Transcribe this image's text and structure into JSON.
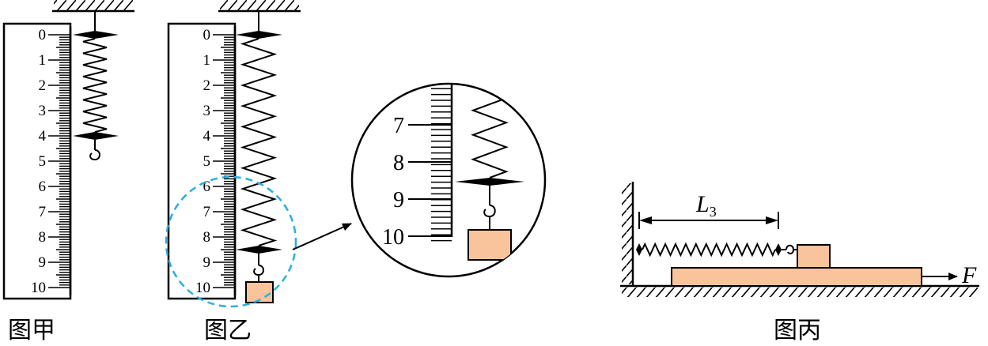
{
  "ruler": {
    "labels": [
      "0",
      "1",
      "2",
      "3",
      "4",
      "5",
      "6",
      "7",
      "8",
      "9",
      "10"
    ]
  },
  "zoom": {
    "labels": [
      "7",
      "8",
      "9",
      "10"
    ]
  },
  "captions": {
    "jia": "图甲",
    "yi": "图乙",
    "bing": "图丙"
  },
  "fig_bing": {
    "length_label": "L",
    "length_sub": "3",
    "force_label": "F"
  },
  "colors": {
    "block": "#f9c49b",
    "dashed_circle": "#29aee0",
    "ink": "#000000"
  }
}
